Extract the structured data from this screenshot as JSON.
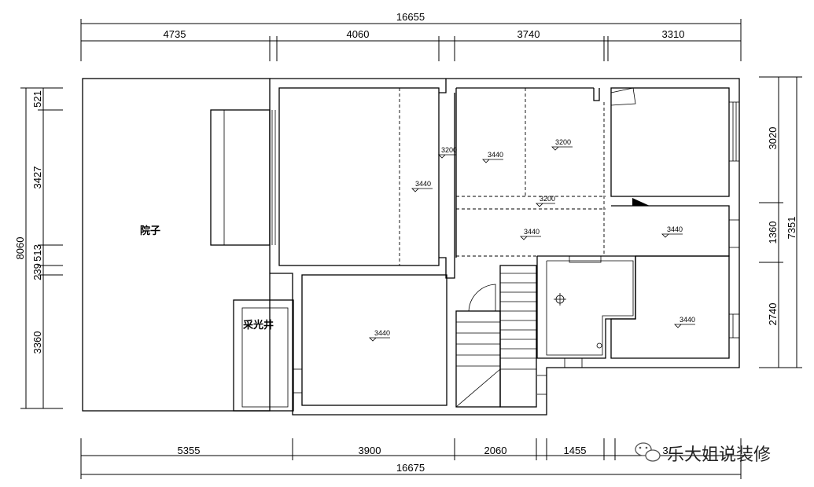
{
  "dimensions": {
    "top_total": "16655",
    "top_segments": [
      "4735",
      "4060",
      "3740",
      "3310"
    ],
    "bottom_total": "16675",
    "bottom_segments": [
      "5355",
      "3900",
      "2060",
      "1455",
      "3"
    ],
    "left_total": "8060",
    "left_segments": [
      "521",
      "3427",
      "513",
      "239",
      "3360"
    ],
    "right_total": "7351",
    "right_segments": [
      "3020",
      "1360",
      "2740"
    ]
  },
  "rooms": {
    "courtyard": "院子",
    "light_well": "采光井"
  },
  "levels": [
    "3200",
    "3440",
    "3200",
    "3440",
    "3200",
    "3440",
    "3440",
    "3440",
    "3440"
  ],
  "watermark": {
    "text": "乐大姐说装修",
    "icon": "wechat-icon"
  }
}
